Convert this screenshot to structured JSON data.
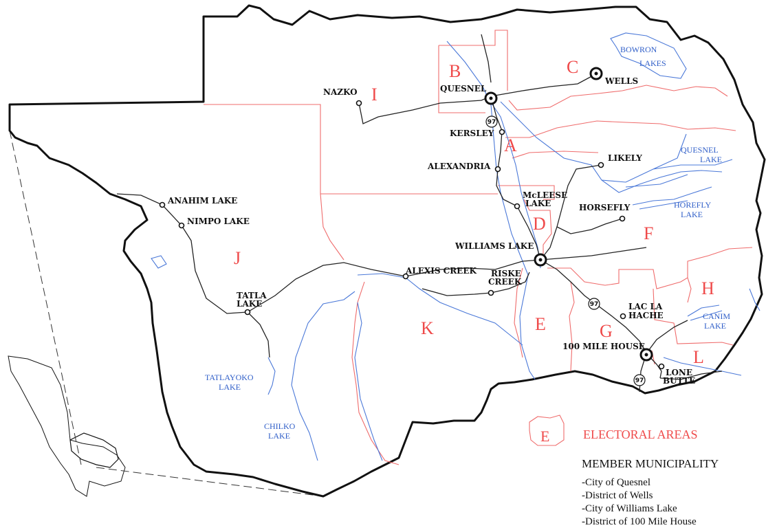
{
  "colors": {
    "boundary": "#111111",
    "electoral_line": "#ef6b6b",
    "water": "#4a78d8",
    "road": "#222222",
    "area_letter": "#ef4a4a"
  },
  "area_letters": [
    "A",
    "B",
    "C",
    "D",
    "E",
    "F",
    "G",
    "H",
    "I",
    "J",
    "K",
    "L"
  ],
  "places": {
    "quesnel": "QUESNEL",
    "wells": "WELLS",
    "nazko": "NAZKO",
    "kersley": "KERSLEY",
    "alexandria": "ALEXANDRIA",
    "likely": "LIKELY",
    "mcleese_1": "McLEESE",
    "mcleese_2": "LAKE",
    "horsefly": "HORSEFLY",
    "williams_lake": "WILLIAMS LAKE",
    "anahim_lake": "ANAHIM LAKE",
    "nimpo_lake": "NIMPO LAKE",
    "alexis_creek": "ALEXIS CREEK",
    "riske_1": "RISKE",
    "riske_2": "CREEK",
    "tatla_1": "TATLA",
    "tatla_2": "LAKE",
    "lac_la_hache_1": "LAC LA",
    "lac_la_hache_2": "HACHE",
    "hundred_mile_house": "100 MILE HOUSE",
    "lone_butte_1": "LONE",
    "lone_butte_2": "BUTTE"
  },
  "lakes": {
    "bowron_1": "BOWRON",
    "bowron_2": "LAKES",
    "quesnel_1": "QUESNEL",
    "quesnel_2": "LAKE",
    "horsefly_1": "HOREFLY",
    "horsefly_2": "LAKE",
    "canim_1": "CANIM",
    "canim_2": "LAKE",
    "tatlayoko_1": "TATLAYOKO",
    "tatlayoko_2": "LAKE",
    "chilko_1": "CHILKO",
    "chilko_2": "LAKE"
  },
  "highway": "97",
  "legend": {
    "sample_letter": "E",
    "electoral_label": "ELECTORAL AREAS",
    "member_title": "MEMBER MUNICIPALITY",
    "members": [
      "-City of Quesnel",
      "-District of Wells",
      "-City of Williams Lake",
      "-District of 100 Mile House"
    ]
  }
}
